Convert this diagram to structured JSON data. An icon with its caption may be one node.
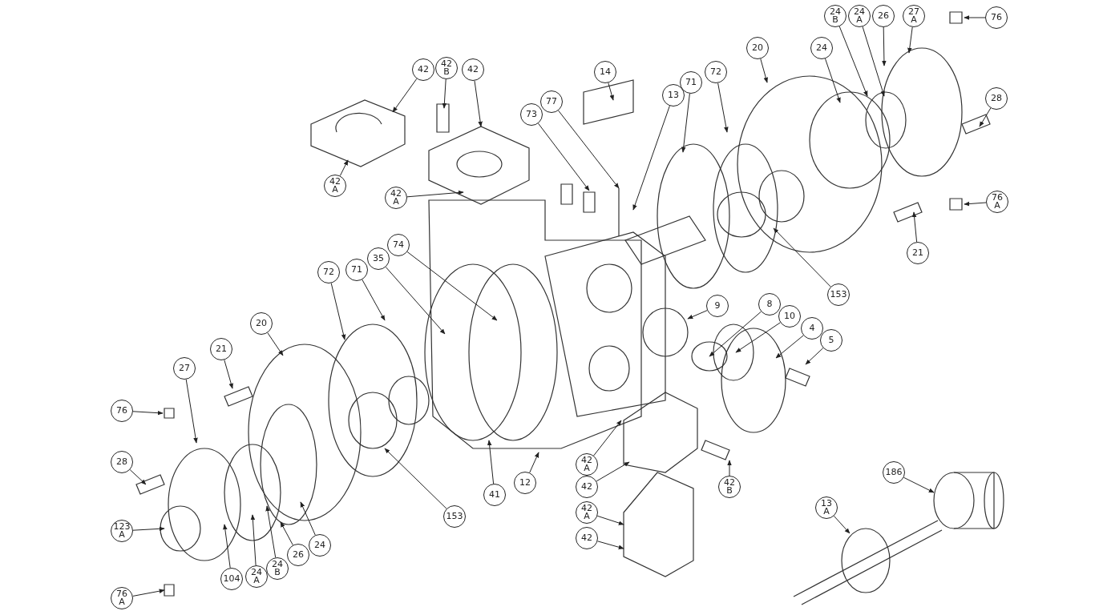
{
  "diagram": {
    "nodes": [
      {
        "text": [
          "42"
        ]
      },
      {
        "text": [
          "42 B"
        ]
      },
      {
        "text": [
          "42"
        ]
      },
      {
        "text": [
          "42 A"
        ]
      },
      {
        "text": [
          "42 A"
        ]
      },
      {
        "text": [
          "14"
        ]
      },
      {
        "text": [
          "73"
        ]
      },
      {
        "text": [
          "77"
        ]
      },
      {
        "text": [
          "13"
        ]
      },
      {
        "text": [
          "71"
        ]
      },
      {
        "text": [
          "72"
        ]
      },
      {
        "text": [
          "20"
        ]
      },
      {
        "text": [
          "24"
        ]
      },
      {
        "text": [
          "24 B"
        ]
      },
      {
        "text": [
          "24 A"
        ]
      },
      {
        "text": [
          "26"
        ]
      },
      {
        "text": [
          "27 A"
        ]
      },
      {
        "text": [
          "76"
        ]
      },
      {
        "text": [
          "28"
        ]
      },
      {
        "text": [
          "21"
        ]
      },
      {
        "text": [
          "76 A"
        ]
      },
      {
        "text": [
          "153"
        ]
      },
      {
        "text": [
          "74"
        ]
      },
      {
        "text": [
          "35"
        ]
      },
      {
        "text": [
          "71"
        ]
      },
      {
        "text": [
          "72"
        ]
      },
      {
        "text": [
          "20"
        ]
      },
      {
        "text": [
          "21"
        ]
      },
      {
        "text": [
          "27"
        ]
      },
      {
        "text": [
          "76"
        ]
      },
      {
        "text": [
          "28"
        ]
      },
      {
        "text": [
          "123 A"
        ]
      },
      {
        "text": [
          "76 A"
        ]
      },
      {
        "text": [
          "104"
        ]
      },
      {
        "text": [
          "24 A"
        ]
      },
      {
        "text": [
          "24 B"
        ]
      },
      {
        "text": [
          "26"
        ]
      },
      {
        "text": [
          "24"
        ]
      },
      {
        "text": [
          "41"
        ]
      },
      {
        "text": [
          "153"
        ]
      },
      {
        "text": [
          "12"
        ]
      },
      {
        "text": [
          "9"
        ]
      },
      {
        "text": [
          "8"
        ]
      },
      {
        "text": [
          "10"
        ]
      },
      {
        "text": [
          "4"
        ]
      },
      {
        "text": [
          "5"
        ]
      },
      {
        "text": [
          "42 A"
        ]
      },
      {
        "text": [
          "42"
        ]
      },
      {
        "text": [
          "42 B"
        ]
      },
      {
        "text": [
          "42 A"
        ]
      },
      {
        "text": [
          "42"
        ]
      },
      {
        "text": [
          "13 A"
        ]
      },
      {
        "text": [
          "186"
        ]
      }
    ],
    "edges": [
      {
        "from": 0,
        "to": null,
        "arrow": "to"
      },
      {
        "from": 1,
        "to": null,
        "arrow": "to"
      },
      {
        "from": 2,
        "to": null,
        "arrow": "to"
      },
      {
        "from": 3,
        "to": null,
        "arrow": "to"
      },
      {
        "from": 4,
        "to": null,
        "arrow": "to"
      },
      {
        "from": 5,
        "to": null,
        "arrow": "to"
      },
      {
        "from": 6,
        "to": null,
        "arrow": "to"
      },
      {
        "from": 7,
        "to": null,
        "arrow": "to"
      },
      {
        "from": 8,
        "to": null,
        "arrow": "to"
      },
      {
        "from": 9,
        "to": null,
        "arrow": "to"
      },
      {
        "from": 10,
        "to": null,
        "arrow": "to"
      },
      {
        "from": 11,
        "to": null,
        "arrow": "to"
      },
      {
        "from": 12,
        "to": null,
        "arrow": "to"
      },
      {
        "from": 13,
        "to": null,
        "arrow": "to"
      },
      {
        "from": 14,
        "to": null,
        "arrow": "to"
      },
      {
        "from": 15,
        "to": null,
        "arrow": "to"
      },
      {
        "from": 16,
        "to": null,
        "arrow": "to"
      },
      {
        "from": 17,
        "to": null,
        "arrow": "to"
      },
      {
        "from": 18,
        "to": null,
        "arrow": "to"
      },
      {
        "from": 19,
        "to": null,
        "arrow": "to"
      },
      {
        "from": 20,
        "to": null,
        "arrow": "to"
      },
      {
        "from": 21,
        "to": null,
        "arrow": "to"
      },
      {
        "from": 22,
        "to": null,
        "arrow": "to"
      },
      {
        "from": 23,
        "to": null,
        "arrow": "to"
      },
      {
        "from": 24,
        "to": null,
        "arrow": "to"
      },
      {
        "from": 25,
        "to": null,
        "arrow": "to"
      },
      {
        "from": 26,
        "to": null,
        "arrow": "to"
      },
      {
        "from": 27,
        "to": null,
        "arrow": "to"
      },
      {
        "from": 28,
        "to": null,
        "arrow": "to"
      },
      {
        "from": 29,
        "to": null,
        "arrow": "to"
      },
      {
        "from": 30,
        "to": null,
        "arrow": "to"
      },
      {
        "from": 31,
        "to": null,
        "arrow": "to"
      },
      {
        "from": 32,
        "to": null,
        "arrow": "to"
      },
      {
        "from": 33,
        "to": null,
        "arrow": "to"
      },
      {
        "from": 34,
        "to": null,
        "arrow": "to"
      },
      {
        "from": 35,
        "to": null,
        "arrow": "to"
      },
      {
        "from": 36,
        "to": null,
        "arrow": "to"
      },
      {
        "from": 37,
        "to": null,
        "arrow": "to"
      },
      {
        "from": 38,
        "to": null,
        "arrow": "to"
      },
      {
        "from": 39,
        "to": null,
        "arrow": "to"
      },
      {
        "from": 40,
        "to": null,
        "arrow": "to"
      },
      {
        "from": 41,
        "to": null,
        "arrow": "to"
      },
      {
        "from": 42,
        "to": null,
        "arrow": "to"
      },
      {
        "from": 43,
        "to": null,
        "arrow": "to"
      },
      {
        "from": 44,
        "to": null,
        "arrow": "to"
      },
      {
        "from": 45,
        "to": null,
        "arrow": "to"
      },
      {
        "from": 46,
        "to": null,
        "arrow": "to"
      },
      {
        "from": 47,
        "to": null,
        "arrow": "to"
      },
      {
        "from": 48,
        "to": null,
        "arrow": "to"
      },
      {
        "from": 49,
        "to": null,
        "arrow": "to"
      },
      {
        "from": 50,
        "to": null,
        "arrow": "to"
      },
      {
        "from": 51,
        "to": null,
        "arrow": "to"
      },
      {
        "from": 52,
        "to": null,
        "arrow": "to"
      }
    ]
  }
}
